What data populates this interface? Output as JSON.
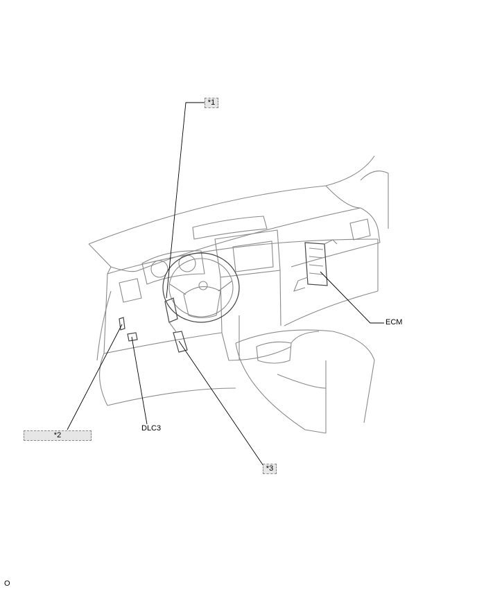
{
  "callouts": {
    "c1": "*1",
    "c2": "*2",
    "c3": "*3"
  },
  "labels": {
    "ecm": "ECM",
    "dlc3": "DLC3"
  },
  "figure_code": "O"
}
